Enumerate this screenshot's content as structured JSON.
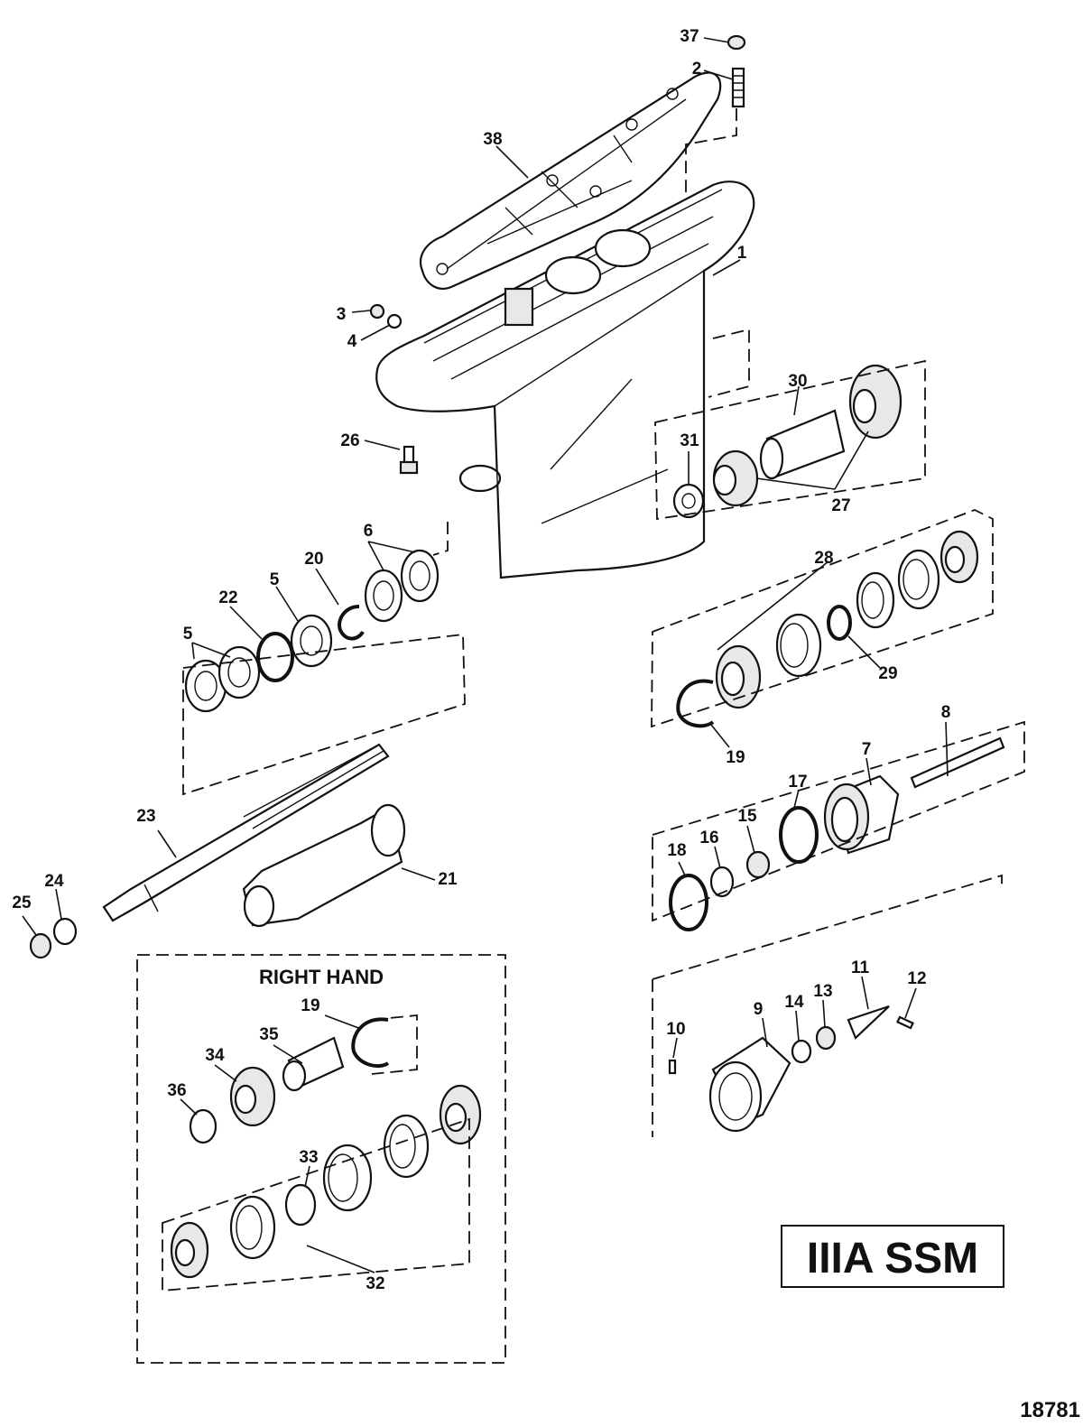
{
  "diagram": {
    "section_title": "RIGHT HAND",
    "model_badge": "IIIA SSM",
    "drawing_number": "18781",
    "callouts": [
      {
        "id": "c37",
        "text": "37"
      },
      {
        "id": "c2",
        "text": "2"
      },
      {
        "id": "c38",
        "text": "38"
      },
      {
        "id": "c1",
        "text": "1"
      },
      {
        "id": "c3",
        "text": "3"
      },
      {
        "id": "c4",
        "text": "4"
      },
      {
        "id": "c30",
        "text": "30"
      },
      {
        "id": "c26",
        "text": "26"
      },
      {
        "id": "c31",
        "text": "31"
      },
      {
        "id": "c27",
        "text": "27"
      },
      {
        "id": "c6",
        "text": "6"
      },
      {
        "id": "c28",
        "text": "28"
      },
      {
        "id": "c20",
        "text": "20"
      },
      {
        "id": "c22",
        "text": "22"
      },
      {
        "id": "c5a",
        "text": "5"
      },
      {
        "id": "c5b",
        "text": "5"
      },
      {
        "id": "c29",
        "text": "29"
      },
      {
        "id": "c19a",
        "text": "19"
      },
      {
        "id": "c8",
        "text": "8"
      },
      {
        "id": "c7",
        "text": "7"
      },
      {
        "id": "c17",
        "text": "17"
      },
      {
        "id": "c15",
        "text": "15"
      },
      {
        "id": "c16",
        "text": "16"
      },
      {
        "id": "c18",
        "text": "18"
      },
      {
        "id": "c23",
        "text": "23"
      },
      {
        "id": "c21",
        "text": "21"
      },
      {
        "id": "c24",
        "text": "24"
      },
      {
        "id": "c25",
        "text": "25"
      },
      {
        "id": "c11",
        "text": "11"
      },
      {
        "id": "c12",
        "text": "12"
      },
      {
        "id": "c14",
        "text": "14"
      },
      {
        "id": "c13",
        "text": "13"
      },
      {
        "id": "c9",
        "text": "9"
      },
      {
        "id": "c10",
        "text": "10"
      },
      {
        "id": "c19b",
        "text": "19"
      },
      {
        "id": "c35",
        "text": "35"
      },
      {
        "id": "c34",
        "text": "34"
      },
      {
        "id": "c36",
        "text": "36"
      },
      {
        "id": "c33",
        "text": "33"
      },
      {
        "id": "c32",
        "text": "32"
      }
    ]
  }
}
